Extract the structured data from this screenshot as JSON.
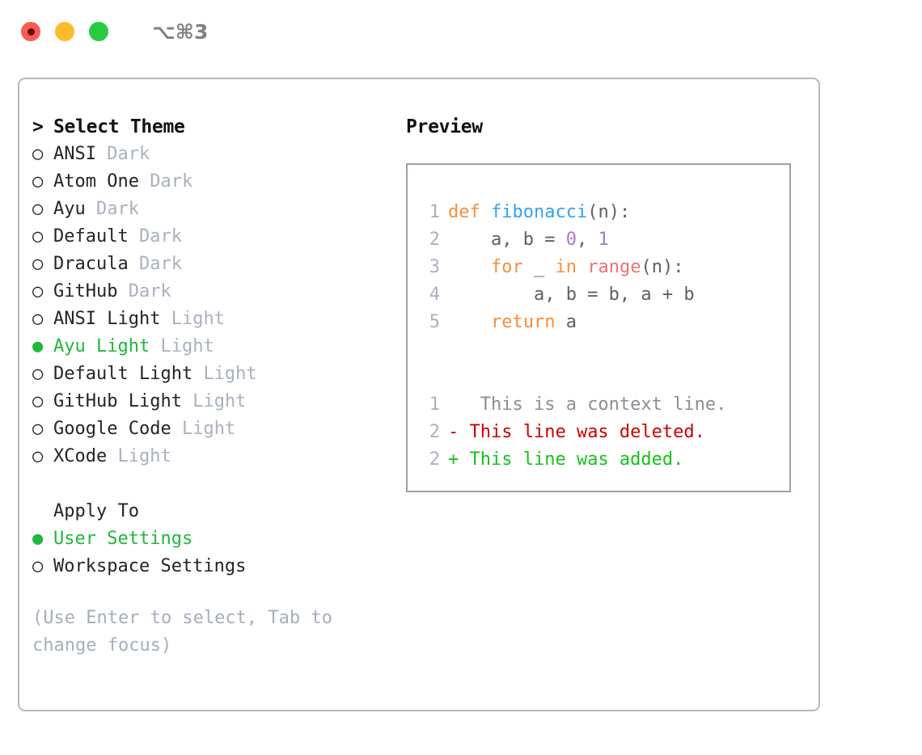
{
  "window": {
    "shortcut_title": "⌥⌘3",
    "traffic_lights": [
      "close-red",
      "minimize-yellow",
      "maximize-green"
    ]
  },
  "left_panel": {
    "theme_section": {
      "prompt": ">",
      "heading": "Select Theme",
      "items": [
        {
          "marker": "○",
          "name": "ANSI",
          "tag": "Dark",
          "selected": false
        },
        {
          "marker": "○",
          "name": "Atom One",
          "tag": "Dark",
          "selected": false
        },
        {
          "marker": "○",
          "name": "Ayu",
          "tag": "Dark",
          "selected": false
        },
        {
          "marker": "○",
          "name": "Default",
          "tag": "Dark",
          "selected": false
        },
        {
          "marker": "○",
          "name": "Dracula",
          "tag": "Dark",
          "selected": false
        },
        {
          "marker": "○",
          "name": "GitHub",
          "tag": "Dark",
          "selected": false
        },
        {
          "marker": "○",
          "name": "ANSI Light",
          "tag": "Light",
          "selected": false
        },
        {
          "marker": "●",
          "name": "Ayu Light",
          "tag": "Light",
          "selected": true
        },
        {
          "marker": "○",
          "name": "Default Light",
          "tag": "Light",
          "selected": false
        },
        {
          "marker": "○",
          "name": "GitHub Light",
          "tag": "Light",
          "selected": false
        },
        {
          "marker": "○",
          "name": "Google Code",
          "tag": "Light",
          "selected": false
        },
        {
          "marker": "○",
          "name": "XCode",
          "tag": "Light",
          "selected": false
        }
      ]
    },
    "apply_section": {
      "heading": "Apply To",
      "items": [
        {
          "marker": "●",
          "name": "User Settings",
          "selected": true
        },
        {
          "marker": "○",
          "name": "Workspace Settings",
          "selected": false
        }
      ]
    },
    "hint": "(Use Enter to select, Tab to change focus)"
  },
  "right_panel": {
    "heading": "Preview",
    "code_lines": [
      {
        "number": "1",
        "tokens": [
          {
            "text": "def ",
            "type": "kw"
          },
          {
            "text": "fibonacci",
            "type": "fn"
          },
          {
            "text": "(n):",
            "type": "plain"
          }
        ]
      },
      {
        "number": "2",
        "tokens": [
          {
            "text": "    a, b = ",
            "type": "plain"
          },
          {
            "text": "0",
            "type": "num"
          },
          {
            "text": ", ",
            "type": "plain"
          },
          {
            "text": "1",
            "type": "num"
          }
        ]
      },
      {
        "number": "3",
        "tokens": [
          {
            "text": "    ",
            "type": "plain"
          },
          {
            "text": "for",
            "type": "kw"
          },
          {
            "text": " _ ",
            "type": "plain"
          },
          {
            "text": "in",
            "type": "kw"
          },
          {
            "text": " ",
            "type": "plain"
          },
          {
            "text": "range",
            "type": "call"
          },
          {
            "text": "(n):",
            "type": "plain"
          }
        ]
      },
      {
        "number": "4",
        "tokens": [
          {
            "text": "        a, b = b, a + b",
            "type": "plain"
          }
        ]
      },
      {
        "number": "5",
        "tokens": [
          {
            "text": "    ",
            "type": "plain"
          },
          {
            "text": "return",
            "type": "kw"
          },
          {
            "text": " a",
            "type": "plain"
          }
        ]
      }
    ],
    "diff_lines": [
      {
        "number": "1",
        "sign": " ",
        "text": "  This is a context line.",
        "kind": "ctx"
      },
      {
        "number": "2",
        "sign": "-",
        "text": " This line was deleted.",
        "kind": "del"
      },
      {
        "number": "2",
        "sign": "+",
        "text": " This line was added.",
        "kind": "add"
      }
    ]
  },
  "colors": {
    "accent_green": "#1fb73c",
    "keyword_orange": "#fa8d3e",
    "function_blue": "#33a3f4",
    "number_purple": "#a37acc",
    "call_salmon": "#f07171",
    "diff_delete_red": "#cc0000",
    "diff_add_green": "#16c216",
    "muted_gray": "#aab1bd",
    "border_gray": "#b2b9c4"
  }
}
